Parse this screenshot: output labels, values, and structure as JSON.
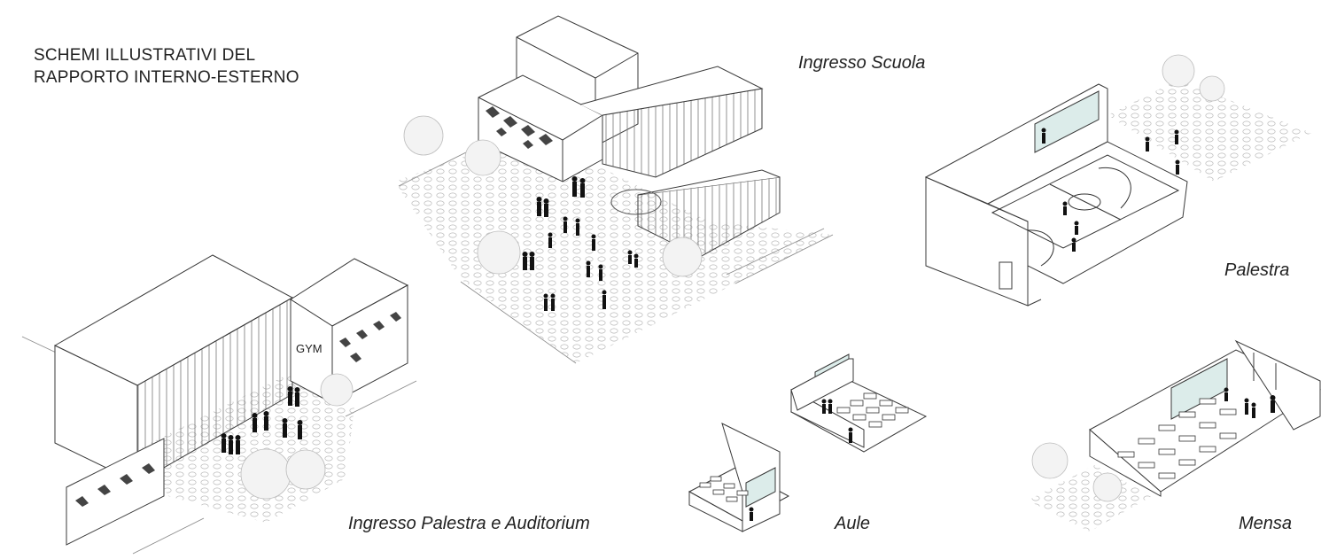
{
  "title": {
    "line1": "SCHEMI ILLUSTRATIVI DEL",
    "line2": "RAPPORTO INTERNO-ESTERNO"
  },
  "captions": {
    "ingresso_scuola": "Ingresso Scuola",
    "palestra": "Palestra",
    "ingresso_palestra_auditorium": "Ingresso Palestra e Auditorium",
    "aule": "Aule",
    "mensa": "Mensa"
  },
  "labels": {
    "gym": "GYM"
  },
  "colors": {
    "line": "#3a3a3a",
    "glass": "#dcecea",
    "tree": "#f3f3f3",
    "people": "#111111"
  }
}
